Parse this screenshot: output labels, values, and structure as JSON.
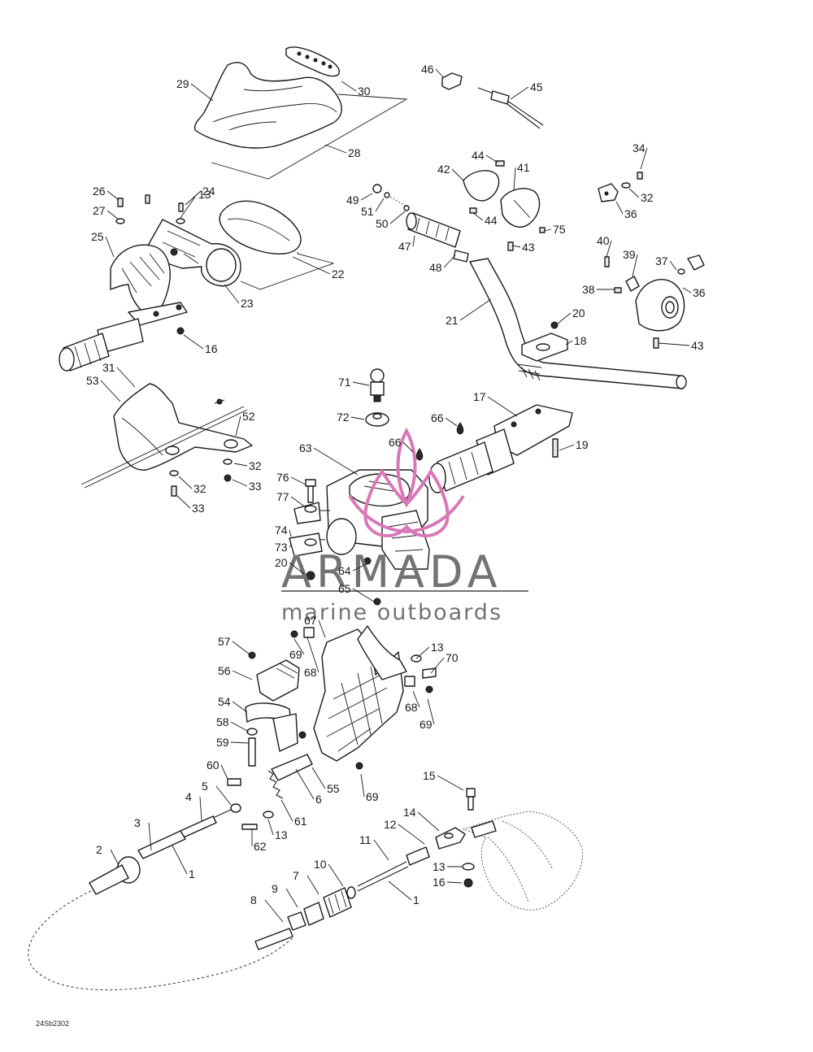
{
  "diagram": {
    "drawing_code": "24Sb2302",
    "watermark": {
      "brand": "ARMADA",
      "tagline": "marine outboards",
      "logo_color": "#d977b8",
      "text_color": "#737373"
    },
    "callouts": [
      "1",
      "1",
      "2",
      "3",
      "4",
      "5",
      "6",
      "7",
      "8",
      "9",
      "10",
      "11",
      "12",
      "13",
      "13",
      "13",
      "13",
      "14",
      "15",
      "16",
      "16",
      "17",
      "18",
      "19",
      "20",
      "20",
      "21",
      "22",
      "23",
      "24",
      "25",
      "26",
      "27",
      "28",
      "29",
      "30",
      "31",
      "32",
      "32",
      "32",
      "33",
      "33",
      "34",
      "36",
      "36",
      "37",
      "38",
      "39",
      "40",
      "41",
      "42",
      "43",
      "43",
      "44",
      "44",
      "45",
      "46",
      "47",
      "48",
      "49",
      "50",
      "51",
      "52",
      "53",
      "54",
      "55",
      "56",
      "57",
      "58",
      "59",
      "60",
      "61",
      "62",
      "63",
      "64",
      "65",
      "66",
      "66",
      "67",
      "68",
      "68",
      "69",
      "69",
      "69",
      "70",
      "71",
      "72",
      "73",
      "74",
      "75",
      "76",
      "77"
    ]
  }
}
